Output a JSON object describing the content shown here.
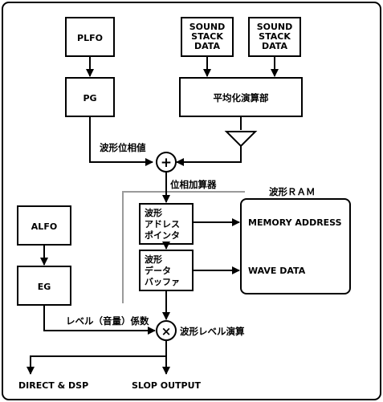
{
  "blocks": {
    "plfo": "PLFO",
    "pg": "PG",
    "sound_stack_1": [
      "SOUND",
      "STACK",
      "DATA"
    ],
    "sound_stack_2": [
      "SOUND",
      "STACK",
      "DATA"
    ],
    "averaging": "平均化演算部",
    "alfo": "ALFO",
    "eg": "EG",
    "wave_address_pointer": [
      "波形",
      "アドレス",
      "ポインタ"
    ],
    "wave_data_buffer": [
      "波形",
      "データ",
      "バッファ"
    ],
    "wave_ram": "波形ＲＡＭ",
    "memory_address": "MEMORY ADDRESS",
    "wave_data": "WAVE DATA"
  },
  "labels": {
    "wave_phase_value": "波形位相値",
    "phase_adder": "位相加算器",
    "level_coefficient": "レベル（音量）係数",
    "wave_level_calc": "波形レベル演算",
    "direct_dsp": "DIRECT & DSP",
    "slop_output": "SLOP OUTPUT"
  },
  "symbols": {
    "adder": "+",
    "multiplier": "×"
  }
}
